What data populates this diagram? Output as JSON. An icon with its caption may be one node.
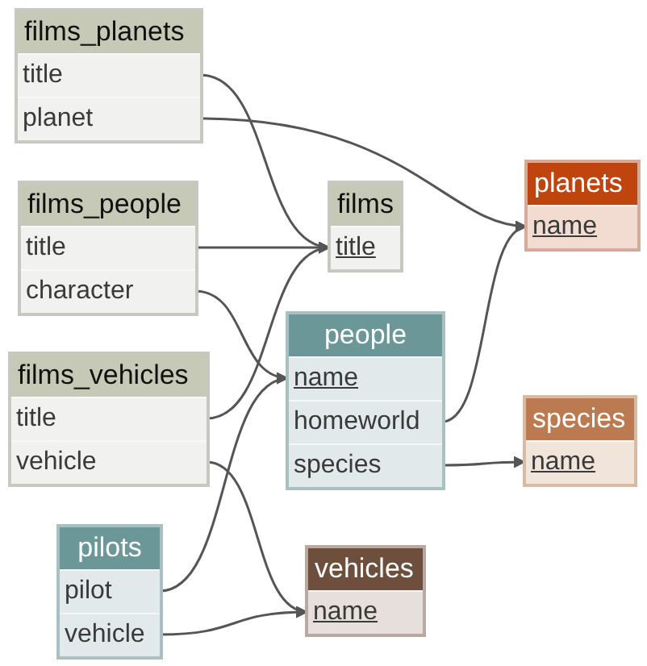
{
  "diagram": {
    "nodes": [
      {
        "text": [
          "films_planets"
        ]
      },
      {
        "text": [
          "title"
        ],
        "in": 0
      },
      {
        "text": [
          "planet"
        ],
        "in": 0
      },
      {
        "text": [
          "films_people"
        ]
      },
      {
        "text": [
          "title"
        ],
        "in": 3
      },
      {
        "text": [
          "character"
        ],
        "in": 3
      },
      {
        "text": [
          "films"
        ]
      },
      {
        "text": [
          "title"
        ],
        "in": 6
      },
      {
        "text": [
          "planets"
        ]
      },
      {
        "text": [
          "name"
        ],
        "in": 8
      },
      {
        "text": [
          "people"
        ]
      },
      {
        "text": [
          "name"
        ],
        "in": 10
      },
      {
        "text": [
          "homeworld"
        ],
        "in": 10
      },
      {
        "text": [
          "species"
        ],
        "in": 10
      },
      {
        "text": [
          "species"
        ]
      },
      {
        "text": [
          "name"
        ],
        "in": 14
      },
      {
        "text": [
          "films_vehicles"
        ]
      },
      {
        "text": [
          "title"
        ],
        "in": 16
      },
      {
        "text": [
          "vehicle"
        ],
        "in": 16
      },
      {
        "text": [
          "pilots"
        ]
      },
      {
        "text": [
          "pilot"
        ],
        "in": 19
      },
      {
        "text": [
          "vehicle"
        ],
        "in": 19
      },
      {
        "text": [
          "vehicles"
        ]
      },
      {
        "text": [
          "name"
        ],
        "in": 22
      }
    ],
    "edges": [
      {
        "from": 1,
        "to": 7,
        "arrow": "to"
      },
      {
        "from": 2,
        "to": 9,
        "arrow": "to"
      },
      {
        "from": 4,
        "to": 7,
        "arrow": "to"
      },
      {
        "from": 5,
        "to": 11,
        "arrow": "to"
      },
      {
        "from": 17,
        "to": 7,
        "arrow": "to"
      },
      {
        "from": 18,
        "to": 23,
        "arrow": "to"
      },
      {
        "from": 12,
        "to": 9,
        "arrow": "to"
      },
      {
        "from": 13,
        "to": 15,
        "arrow": "to"
      },
      {
        "from": 20,
        "to": 11,
        "arrow": "to"
      },
      {
        "from": 21,
        "to": 23,
        "arrow": "to"
      }
    ]
  }
}
